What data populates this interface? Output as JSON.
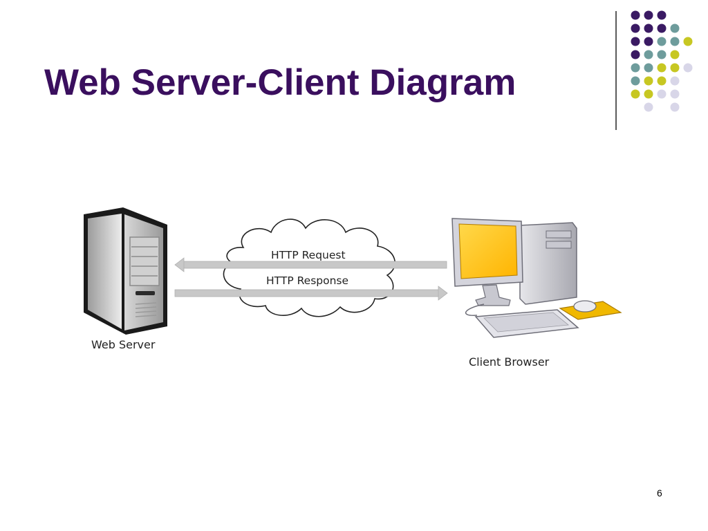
{
  "slide": {
    "title": "Web Server-Client Diagram",
    "page_number": "6"
  },
  "diagram": {
    "server_label": "Web Server",
    "client_label": "Client Browser",
    "request_label": "HTTP Request",
    "response_label": "HTTP Response"
  },
  "colors": {
    "title": "#3a0f5e",
    "dot_purple": "#3a1a63",
    "dot_teal": "#6e9c9c",
    "dot_olive": "#c7c722",
    "dot_lavender": "#d8d6e8",
    "arrow": "#c8c8c8",
    "screen_yellow": "#ffc800",
    "mousepad": "#f0b800"
  },
  "icons": [
    "server-tower-icon",
    "desktop-computer-icon",
    "cloud-icon",
    "mouse-icon",
    "keyboard-icon"
  ]
}
